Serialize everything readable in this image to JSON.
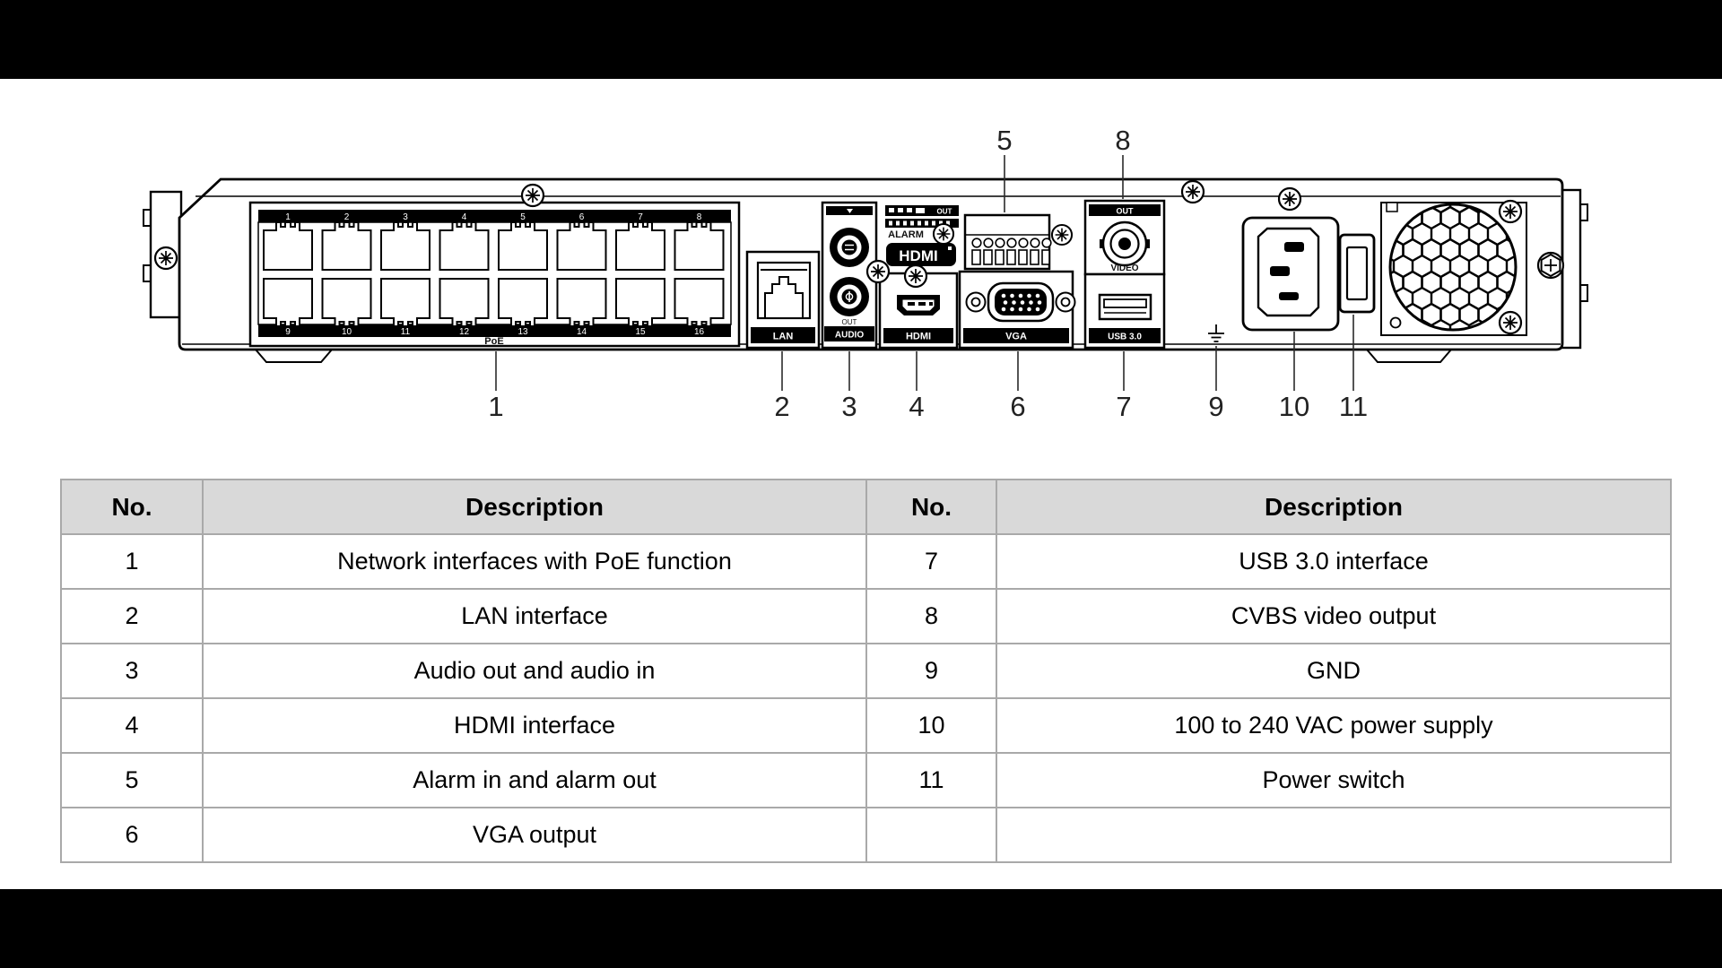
{
  "scene": {
    "background": "#000000",
    "panel_background": "#ffffff"
  },
  "diagram": {
    "device": "NVR rear panel line drawing",
    "callouts_top": [
      "5",
      "8"
    ],
    "callouts_bottom": [
      "1",
      "2",
      "3",
      "4",
      "6",
      "7",
      "9",
      "10",
      "11"
    ],
    "poe_numbers_top": [
      "1",
      "2",
      "3",
      "4",
      "5",
      "6",
      "7",
      "8"
    ],
    "poe_numbers_bottom": [
      "9",
      "10",
      "11",
      "12",
      "13",
      "14",
      "15",
      "16"
    ],
    "labels": {
      "poe": "PoE",
      "lan": "LAN",
      "audio_out": "OUT",
      "audio": "AUDIO",
      "alarm_out": "OUT",
      "alarm": "ALARM",
      "hdmi_logo": "HDMI",
      "hdmi": "HDMI",
      "vga": "VGA",
      "video_out": "OUT",
      "video": "VIDEO",
      "usb": "USB 3.0"
    }
  },
  "table": {
    "headers": [
      "No.",
      "Description",
      "No.",
      "Description"
    ],
    "rows": [
      [
        "1",
        "Network interfaces with PoE function",
        "7",
        "USB 3.0 interface"
      ],
      [
        "2",
        "LAN interface",
        "8",
        "CVBS video output"
      ],
      [
        "3",
        "Audio out and audio in",
        "9",
        "GND"
      ],
      [
        "4",
        "HDMI interface",
        "10",
        "100 to 240 VAC power supply"
      ],
      [
        "5",
        "Alarm in and alarm out",
        "11",
        "Power switch"
      ],
      [
        "6",
        "VGA output",
        "",
        ""
      ]
    ]
  },
  "colors": {
    "ink": "#000000",
    "leader_line": "#2b2b2b",
    "callout_text": "#222222",
    "table_header_bg": "#d9d9d9",
    "table_border": "#a9a9a9"
  }
}
